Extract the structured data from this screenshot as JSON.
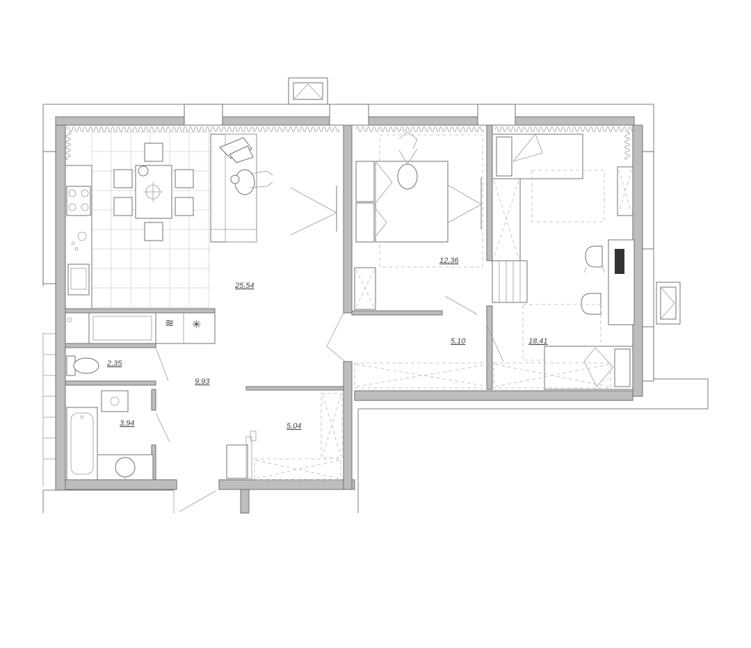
{
  "rooms": [
    {
      "id": "living-kitchen",
      "area": "25,54"
    },
    {
      "id": "bedroom",
      "area": "12,36"
    },
    {
      "id": "kids-room",
      "area": "18,41"
    },
    {
      "id": "corridor-north",
      "area": "5,10"
    },
    {
      "id": "hall",
      "area": "9,93"
    },
    {
      "id": "toilet",
      "area": "2,35"
    },
    {
      "id": "bathroom",
      "area": "3,94"
    },
    {
      "id": "wardrobe",
      "area": "5,04"
    }
  ],
  "colors": {
    "wall": "#bdbdbd",
    "line": "#6f6f6f",
    "tile": "#dcdcdc"
  },
  "icons": [
    "window-icon",
    "stove-icon",
    "sink-icon",
    "toilet-icon",
    "bathtub-icon",
    "bed-icon",
    "sofa-icon",
    "dining-table-icon",
    "desk-icon",
    "chair-icon",
    "rug-icon",
    "radiator-icon",
    "stairs-icon",
    "door-icon"
  ]
}
